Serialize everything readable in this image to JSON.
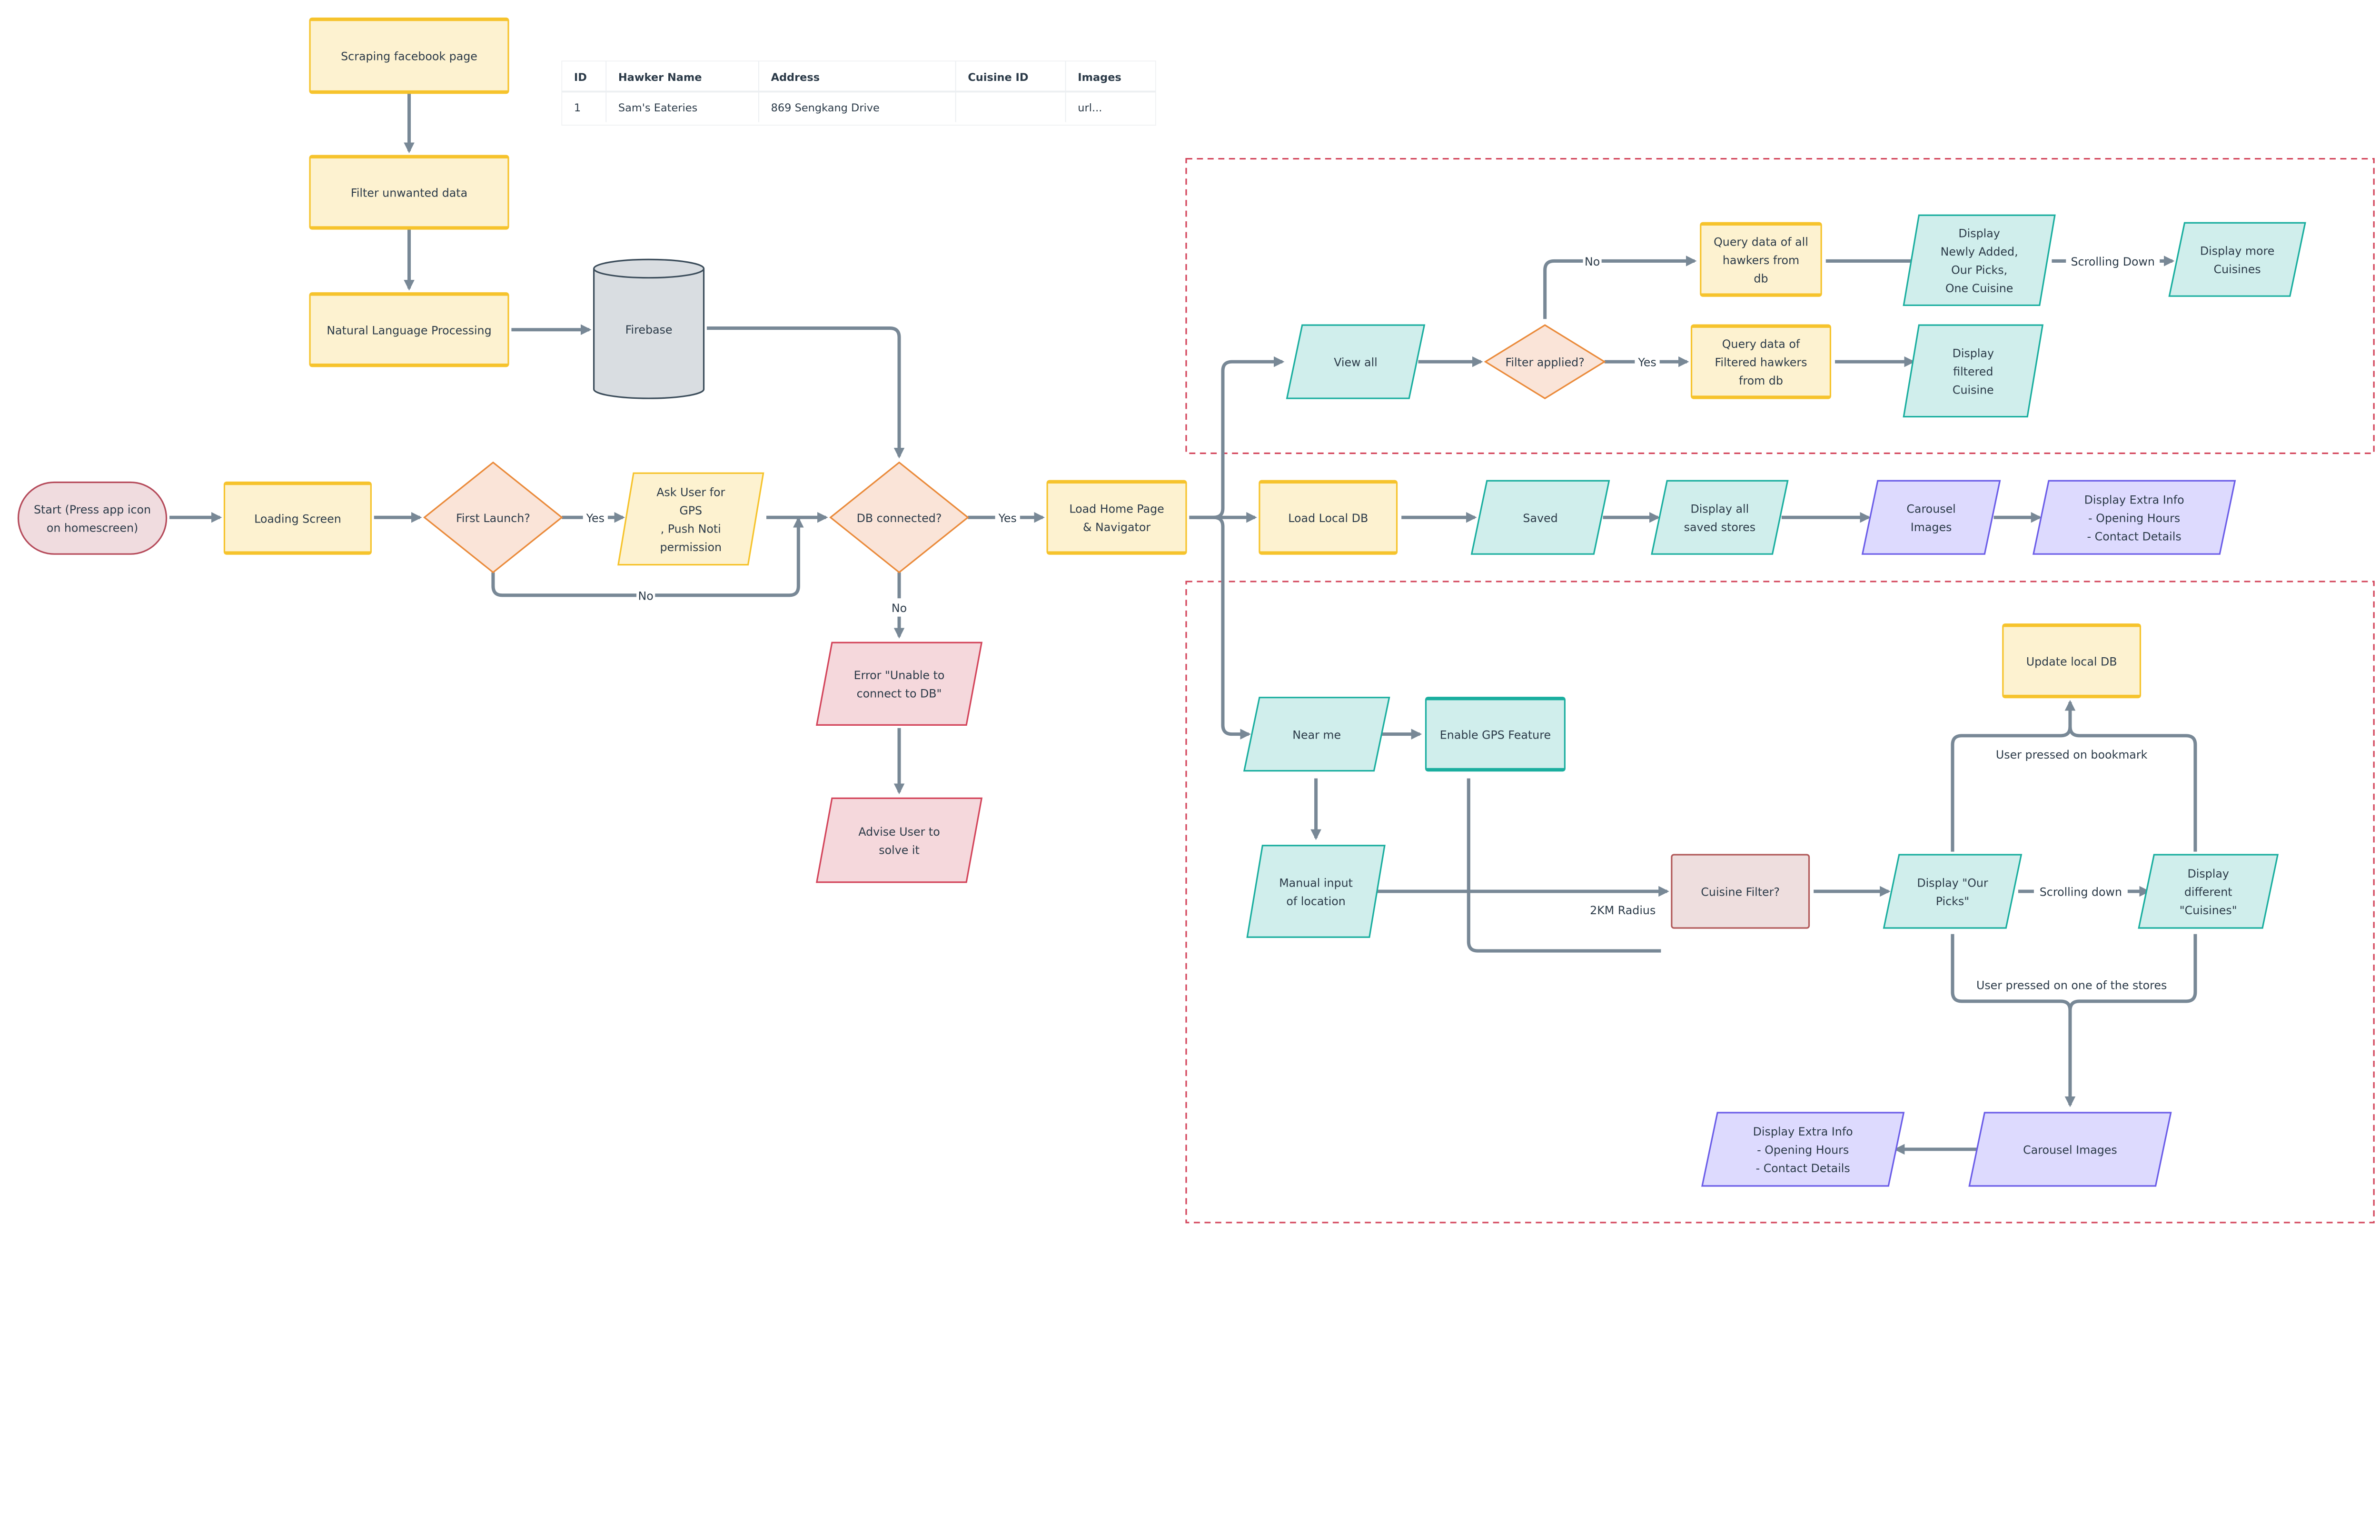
{
  "colors": {
    "process_fill": "#fdf2d0",
    "process_stroke": "#f6c32c",
    "io_fill": "#d0eeec",
    "io_stroke": "#1aae9f",
    "decision_fill": "#fae4d8",
    "decision_stroke": "#ea8a3a",
    "error_fill": "#f5d8dc",
    "error_stroke": "#d3455b",
    "detail_fill": "#dddafe",
    "detail_stroke": "#6b5de8",
    "terminal_fill": "#f0dcdf",
    "terminal_stroke": "#b54a5a",
    "filter_fill": "#eedede",
    "filter_stroke": "#b15a5a",
    "database_fill": "#d9dde1",
    "database_stroke": "#3b4c5a",
    "edge": "#788896",
    "group_border": "#d3455b"
  },
  "table": {
    "headers": [
      "ID",
      "Hawker Name",
      "Address",
      "Cuisine ID",
      "Images"
    ],
    "rows": [
      [
        "1",
        "Sam's Eateries",
        "869 Sengkang Drive",
        "",
        "url..."
      ]
    ]
  },
  "nodes": {
    "scraping": {
      "lines": [
        "Scraping facebook page"
      ]
    },
    "filter_unwanted": {
      "lines": [
        "Filter unwanted data"
      ]
    },
    "nlp": {
      "lines": [
        "Natural Language Processing"
      ]
    },
    "firebase": {
      "lines": [
        "Firebase"
      ]
    },
    "start": {
      "lines": [
        "Start (Press app icon",
        "on homescreen)"
      ]
    },
    "loading": {
      "lines": [
        "Loading Screen"
      ]
    },
    "first_launch": {
      "lines": [
        "First Launch?"
      ]
    },
    "ask_user": {
      "lines": [
        "Ask User for",
        "GPS",
        ", Push Noti",
        "permission"
      ]
    },
    "db_connected": {
      "lines": [
        "DB connected?"
      ]
    },
    "error": {
      "lines": [
        "Error \"Unable to",
        "connect to DB\""
      ]
    },
    "advise": {
      "lines": [
        "Advise User to",
        "solve it"
      ]
    },
    "load_home": {
      "lines": [
        "Load Home Page",
        "& Navigator"
      ]
    },
    "view_all": {
      "lines": [
        "View all"
      ]
    },
    "filter_applied": {
      "lines": [
        "Filter applied?"
      ]
    },
    "query_all": {
      "lines": [
        "Query data of all",
        "hawkers from",
        "db"
      ]
    },
    "query_filtered": {
      "lines": [
        "Query data of",
        "Filtered hawkers",
        "from db"
      ]
    },
    "display_newly": {
      "lines": [
        "Display",
        "Newly Added,",
        "Our Picks,",
        "One Cuisine"
      ]
    },
    "display_more": {
      "lines": [
        "Display more",
        "Cuisines"
      ]
    },
    "display_filtered": {
      "lines": [
        "Display",
        "filtered",
        "Cuisine"
      ]
    },
    "load_local": {
      "lines": [
        "Load Local DB"
      ]
    },
    "saved": {
      "lines": [
        "Saved"
      ]
    },
    "display_saved": {
      "lines": [
        "Display all",
        "saved stores"
      ]
    },
    "carousel_top": {
      "lines": [
        "Carousel",
        "Images"
      ]
    },
    "extra_top": {
      "lines": [
        "Display Extra Info",
        "- Opening Hours",
        "- Contact Details"
      ]
    },
    "near_me": {
      "lines": [
        "Near me"
      ]
    },
    "enable_gps": {
      "lines": [
        "Enable GPS Feature"
      ]
    },
    "manual_input": {
      "lines": [
        "Manual input",
        "of location"
      ]
    },
    "cuisine_filter": {
      "lines": [
        "Cuisine Filter?"
      ]
    },
    "our_picks": {
      "lines": [
        "Display \"Our",
        "Picks\""
      ]
    },
    "different_cuisines": {
      "lines": [
        "Display",
        "different",
        "\"Cuisines\""
      ]
    },
    "update_local": {
      "lines": [
        "Update local DB"
      ]
    },
    "carousel_bottom": {
      "lines": [
        "Carousel Images"
      ]
    },
    "extra_bottom": {
      "lines": [
        "Display Extra Info",
        "- Opening Hours",
        "- Contact Details"
      ]
    }
  },
  "edge_labels": {
    "first_yes": "Yes",
    "first_no": "No",
    "db_yes": "Yes",
    "db_no": "No",
    "filter_no": "No",
    "filter_yes": "Yes",
    "scrolling_down_top": "Scrolling Down",
    "radius": "2KM Radius",
    "scrolling_down_bottom": "Scrolling down",
    "bookmark": "User pressed on bookmark",
    "stores": "User pressed on one of the stores"
  }
}
